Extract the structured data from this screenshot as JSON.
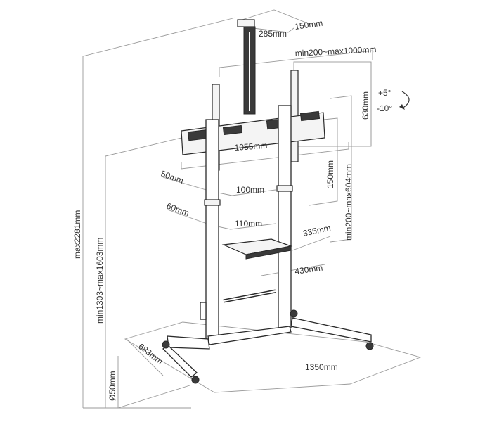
{
  "labels": {
    "top_depth": "150mm",
    "top_width": "285mm",
    "vesa_range": "min200~max1000mm",
    "vesa_height": "630mm",
    "tilt_up": "+5°",
    "tilt_down": "-10°",
    "bracket_width": "1055mm",
    "vertical_150": "150mm",
    "vesa_vertical_range": "min200~max604mm",
    "clamp_upper_a": "50mm",
    "clamp_upper_b": "100mm",
    "clamp_lower_a": "60mm",
    "clamp_lower_b": "110mm",
    "shelf_depth": "335mm",
    "shelf_width": "430mm",
    "base_depth": "683mm",
    "base_width": "1350mm",
    "caster": "Ø50mm",
    "height_range": "min1303~max1603mm",
    "max_height": "max2281mm"
  }
}
